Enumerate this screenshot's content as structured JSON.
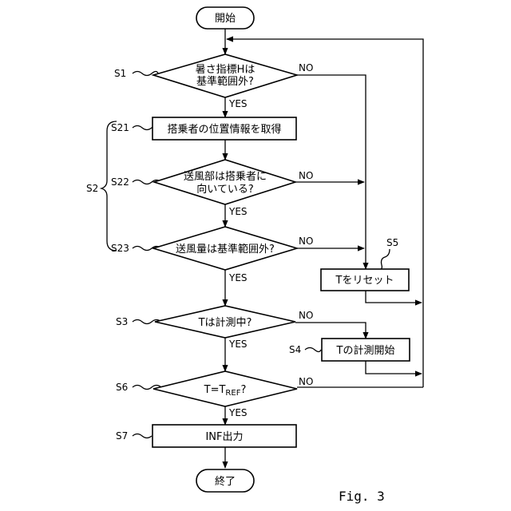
{
  "nodes": {
    "start": "開始",
    "s1": [
      "暑さ指標Hは",
      "基準範囲外?"
    ],
    "s21": "搭乗者の位置情報を取得",
    "s22": [
      "送風部は搭乗者に",
      "向いている?"
    ],
    "s23": "送風量は基準範囲外?",
    "s5": "Tをリセット",
    "s3": "Tは計測中?",
    "s4": "Tの計測開始",
    "s6": {
      "main": "T=T",
      "sub": "REF",
      "tail": "?"
    },
    "s7": "INF出力",
    "end": "終了"
  },
  "step_labels": {
    "s1": "S1",
    "s21": "S21",
    "s2": "S2",
    "s22": "S22",
    "s23": "S23",
    "s5": "S5",
    "s3": "S3",
    "s4": "S4",
    "s6": "S6",
    "s7": "S7"
  },
  "branch_labels": {
    "yes": "YES",
    "no": "NO"
  },
  "figure_label": "Fig. 3"
}
